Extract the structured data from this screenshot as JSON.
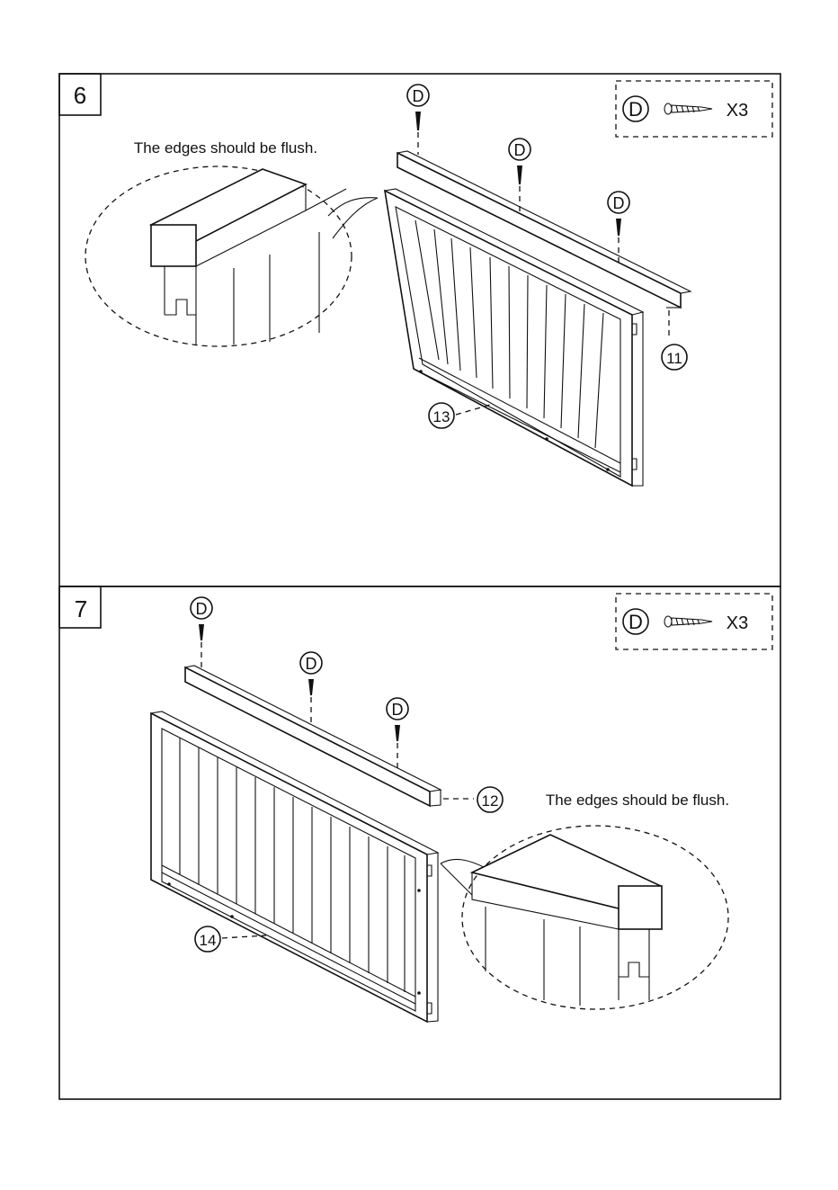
{
  "steps": [
    {
      "number": "6",
      "note": "The edges should be flush.",
      "hardware": {
        "letter": "D",
        "quantity": "X3",
        "icon": "screw-icon"
      },
      "screw_labels": [
        "D",
        "D",
        "D"
      ],
      "parts": [
        "11",
        "13"
      ]
    },
    {
      "number": "7",
      "note": "The edges should be flush.",
      "hardware": {
        "letter": "D",
        "quantity": "X3",
        "icon": "screw-icon"
      },
      "screw_labels": [
        "D",
        "D",
        "D"
      ],
      "parts": [
        "12",
        "14"
      ]
    }
  ]
}
